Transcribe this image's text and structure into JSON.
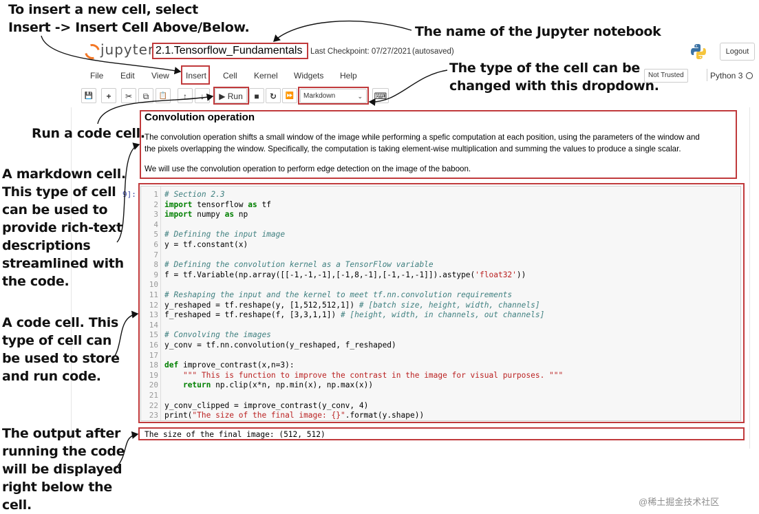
{
  "annotations": {
    "insert_cell": "To insert a new cell, select\nInsert -> Insert Cell Above/Below.",
    "notebook_name": "The name of the Jupyter notebook",
    "cell_type": "The type of the cell can be\nchanged with this dropdown.",
    "run_cell": "Run a code cell.",
    "markdown_cell": "A markdown cell.\nThis type of cell\ncan be used to\nprovide rich-text\ndescriptions\nstreamlined with\nthe code.",
    "code_cell": "A code cell. This\ntype of cell can\nbe used to store\nand run code.",
    "output": "The output after\nrunning the code\nwill be displayed\nright below the\ncell."
  },
  "header": {
    "logo_text": "jupyter",
    "notebook_title": "2.1.Tensorflow_Fundamentals",
    "checkpoint": "Last Checkpoint: 07/27/2021",
    "save_status": "(autosaved)",
    "logout_label": "Logout"
  },
  "menubar": {
    "items": [
      "File",
      "Edit",
      "View",
      "Insert",
      "Cell",
      "Kernel",
      "Widgets",
      "Help"
    ],
    "trusted_label": "Not Trusted",
    "kernel_name": "Python 3"
  },
  "toolbar": {
    "save_icon": "💾",
    "add_icon": "+",
    "cut_icon": "✂",
    "copy_icon": "⧉",
    "paste_icon": "📋",
    "up_icon": "↑",
    "down_icon": "↓",
    "run_label": "▶ Run",
    "stop_icon": "■",
    "restart_icon": "↻",
    "fastforward_icon": "⏩",
    "cell_type_value": "Markdown",
    "keyboard_icon": "⌨"
  },
  "markdown_cell": {
    "title": "Convolution operation",
    "paragraph1_line1": "The convolution operation shifts a small window of the image while performing a spefic computation at each position, using the parameters of the window and",
    "paragraph1_line2": "the pixels overlapping the window. Specifically, the computation is taking element-wise multiplication and summing the values to produce a single scalar.",
    "paragraph2": "We will use the convolution operation to perform edge detection on the image of the baboon."
  },
  "code_cell": {
    "prompt": "9]:",
    "lines": [
      {
        "n": "1",
        "segs": [
          [
            "c",
            "# Section 2.3"
          ]
        ]
      },
      {
        "n": "2",
        "segs": [
          [
            "k",
            "import"
          ],
          [
            "p",
            " tensorflow "
          ],
          [
            "k",
            "as"
          ],
          [
            "p",
            " tf"
          ]
        ]
      },
      {
        "n": "3",
        "segs": [
          [
            "k",
            "import"
          ],
          [
            "p",
            " numpy "
          ],
          [
            "k",
            "as"
          ],
          [
            "p",
            " np"
          ]
        ]
      },
      {
        "n": "4",
        "segs": []
      },
      {
        "n": "5",
        "segs": [
          [
            "c",
            "# Defining the input image"
          ]
        ]
      },
      {
        "n": "6",
        "segs": [
          [
            "p",
            "y = tf.constant(x)"
          ]
        ]
      },
      {
        "n": "7",
        "segs": []
      },
      {
        "n": "8",
        "segs": [
          [
            "c",
            "# Defining the convolution kernel as a TensorFlow variable"
          ]
        ]
      },
      {
        "n": "9",
        "segs": [
          [
            "p",
            "f = tf.Variable(np.array([[-1,-1,-1],[-1,8,-1],[-1,-1,-1]]).astype("
          ],
          [
            "s",
            "'float32'"
          ],
          [
            "p",
            "))"
          ]
        ]
      },
      {
        "n": "10",
        "segs": []
      },
      {
        "n": "11",
        "segs": [
          [
            "c",
            "# Reshaping the input and the kernel to meet tf.nn.convolution requirements"
          ]
        ]
      },
      {
        "n": "12",
        "segs": [
          [
            "p",
            "y_reshaped = tf.reshape(y, [1,512,512,1]) "
          ],
          [
            "c",
            "# [batch size, height, width, channels]"
          ]
        ]
      },
      {
        "n": "13",
        "segs": [
          [
            "p",
            "f_reshaped = tf.reshape(f, [3,3,1,1]) "
          ],
          [
            "c",
            "# [height, width, in channels, out channels]"
          ]
        ]
      },
      {
        "n": "14",
        "segs": []
      },
      {
        "n": "15",
        "segs": [
          [
            "c",
            "# Convolving the images"
          ]
        ]
      },
      {
        "n": "16",
        "segs": [
          [
            "p",
            "y_conv = tf.nn.convolution(y_reshaped, f_reshaped)"
          ]
        ]
      },
      {
        "n": "17",
        "segs": []
      },
      {
        "n": "18",
        "segs": [
          [
            "k",
            "def"
          ],
          [
            "p",
            " improve_contrast(x,n=3):"
          ]
        ]
      },
      {
        "n": "19",
        "segs": [
          [
            "p",
            "    "
          ],
          [
            "s",
            "\"\"\" This is function to improve the contrast in the image for visual purposes. \"\"\""
          ]
        ]
      },
      {
        "n": "20",
        "segs": [
          [
            "p",
            "    "
          ],
          [
            "k",
            "return"
          ],
          [
            "p",
            " np.clip(x*n, np.min(x), np.max(x))"
          ]
        ]
      },
      {
        "n": "21",
        "segs": []
      },
      {
        "n": "22",
        "segs": [
          [
            "p",
            "y_conv_clipped = improve_contrast(y_conv, 4)"
          ]
        ]
      },
      {
        "n": "23",
        "segs": [
          [
            "p",
            "print("
          ],
          [
            "s",
            "\"The size of the final image: {}\""
          ],
          [
            "p",
            ".format(y.shape))"
          ]
        ]
      }
    ]
  },
  "output": {
    "text": "The size of the final image: (512, 512)"
  },
  "watermark": "@稀土掘金技术社区",
  "colors": {
    "highlight_box": "#c0393b",
    "logo_orange": "#f37726",
    "code_comment": "#408080",
    "code_keyword": "#008000",
    "code_string": "#ba2121"
  }
}
